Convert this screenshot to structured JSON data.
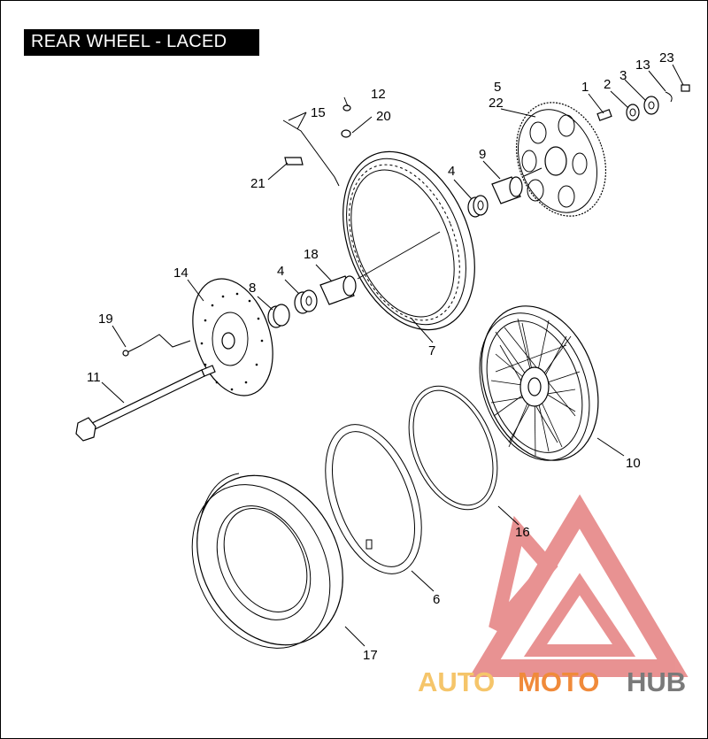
{
  "title": "REAR WHEEL - LACED",
  "callouts": {
    "c1": "1",
    "c2": "2",
    "c3": "3",
    "c13": "13",
    "c23": "23",
    "c5": "5",
    "c22": "22",
    "c12": "12",
    "c20": "20",
    "c15": "15",
    "c9": "9",
    "c4a": "4",
    "c21": "21",
    "c18": "18",
    "c14": "14",
    "c8": "8",
    "c4b": "4",
    "c7": "7",
    "c19": "19",
    "c11": "11",
    "c10": "10",
    "c16": "16",
    "c6": "6",
    "c17": "17"
  },
  "watermark": {
    "part1": "AUTO",
    "part2": "MOTO",
    "part3": "HUB",
    "color_light": "#f5c56a",
    "color_orange": "#f08a3a",
    "color_red": "#e0403f",
    "color_grey": "#7a7a7a"
  }
}
